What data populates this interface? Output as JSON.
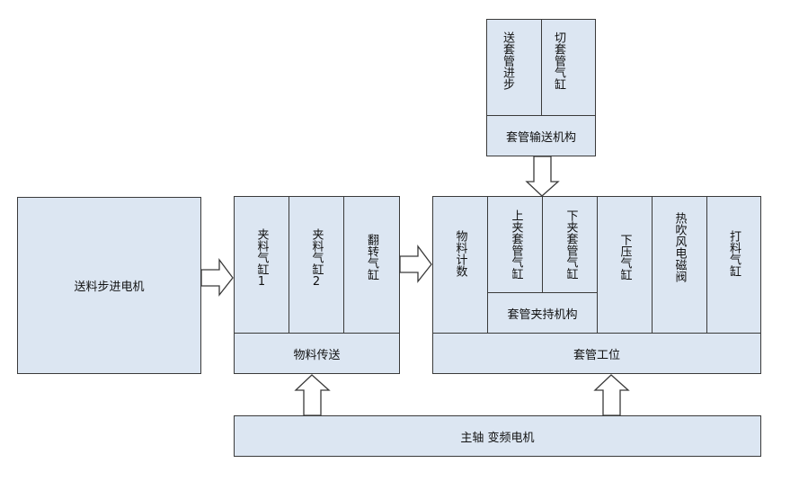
{
  "blocks": {
    "feed_motor": "送料步进电机",
    "material_transfer": {
      "title": "物料传送",
      "cells": [
        "夹料气缸1",
        "夹料气缸2",
        "翻转气缸"
      ]
    },
    "sleeve_feed": {
      "title": "套管输送机构",
      "cells": [
        "送套管进步",
        "切套管气缸"
      ]
    },
    "sleeve_station": {
      "title": "套管工位",
      "counter": "物料计数",
      "clamp_group_title": "套管夹持机构",
      "clamp_cells": [
        "上夹套管气缸",
        "下夹套管气缸"
      ],
      "cells": [
        "下压气缸",
        "热吹风电磁阀",
        "打料气缸"
      ]
    },
    "spindle_motor": "主轴 变频电机"
  }
}
